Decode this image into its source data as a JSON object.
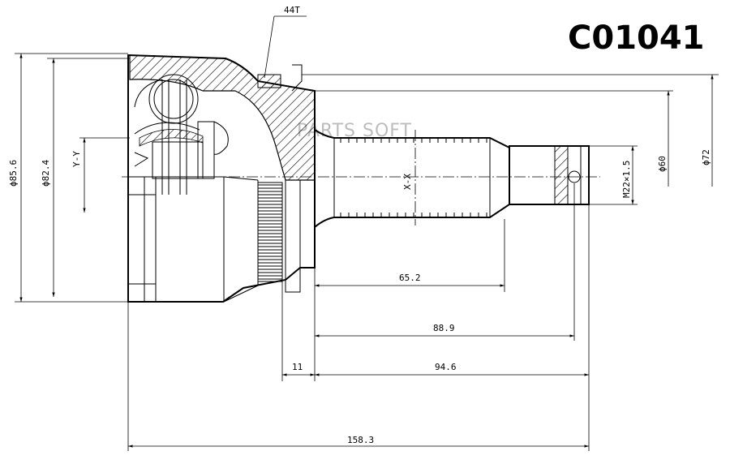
{
  "part_number": "C01041",
  "watermark": "PARTS SOFT",
  "abs_teeth": "44T",
  "axis_labels": {
    "yy": "Y-Y",
    "xx": "X-X"
  },
  "diameters": {
    "d85_6": "ϕ85.6",
    "d82_4": "ϕ82.4",
    "d60": "ϕ60",
    "d72": "ϕ72",
    "thread": "M22×1.5"
  },
  "lengths": {
    "l65_2": "65.2",
    "l88_9": "88.9",
    "l11": "11",
    "l94_6": "94.6",
    "l158_3": "158.3"
  }
}
